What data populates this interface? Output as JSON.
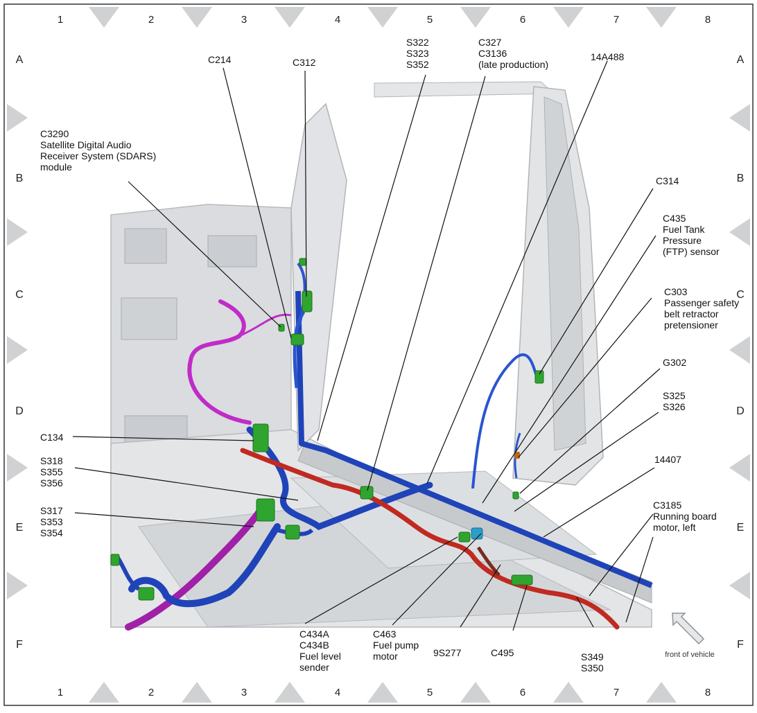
{
  "grid": {
    "columns": [
      "1",
      "2",
      "3",
      "4",
      "5",
      "6",
      "7",
      "8"
    ],
    "rows": [
      "A",
      "B",
      "C",
      "D",
      "E",
      "F"
    ]
  },
  "callouts": [
    {
      "id": "c3290",
      "lines": [
        "C3290",
        "Satellite Digital Audio",
        "Receiver System (SDARS)",
        "module"
      ]
    },
    {
      "id": "c214",
      "lines": [
        "C214"
      ]
    },
    {
      "id": "c312",
      "lines": [
        "C312"
      ]
    },
    {
      "id": "s322",
      "lines": [
        "S322",
        "S323",
        "S352"
      ]
    },
    {
      "id": "c327",
      "lines": [
        "C327",
        "C3136",
        "(late production)"
      ]
    },
    {
      "id": "14a488",
      "lines": [
        "14A488"
      ]
    },
    {
      "id": "c314",
      "lines": [
        "C314"
      ]
    },
    {
      "id": "c435",
      "lines": [
        "C435",
        "Fuel Tank",
        "Pressure",
        "(FTP) sensor"
      ]
    },
    {
      "id": "c303",
      "lines": [
        "C303",
        "Passenger safety",
        "belt retractor",
        "pretensioner"
      ]
    },
    {
      "id": "g302",
      "lines": [
        "G302"
      ]
    },
    {
      "id": "s325",
      "lines": [
        "S325",
        "S326"
      ]
    },
    {
      "id": "14407",
      "lines": [
        "14407"
      ]
    },
    {
      "id": "c3185",
      "lines": [
        "C3185",
        "Running board",
        "motor, left"
      ]
    },
    {
      "id": "c134",
      "lines": [
        "C134"
      ]
    },
    {
      "id": "s318",
      "lines": [
        "S318",
        "S355",
        "S356"
      ]
    },
    {
      "id": "s317",
      "lines": [
        "S317",
        "S353",
        "S354"
      ]
    },
    {
      "id": "c434a",
      "lines": [
        "C434A",
        "C434B",
        "Fuel level",
        "sender"
      ]
    },
    {
      "id": "c463",
      "lines": [
        "C463",
        "Fuel pump",
        "motor"
      ]
    },
    {
      "id": "9s277",
      "lines": [
        "9S277"
      ]
    },
    {
      "id": "c495",
      "lines": [
        "C495"
      ]
    },
    {
      "id": "s349",
      "lines": [
        "S349",
        "S350"
      ]
    }
  ],
  "orientation": {
    "label": "front of vehicle"
  },
  "colors": {
    "harness_blue": "#1f43b8",
    "harness_red": "#c02a20",
    "harness_magenta": "#c02cc8",
    "connector_green": "#2fa52f",
    "body_grey": "#d6d8db"
  }
}
